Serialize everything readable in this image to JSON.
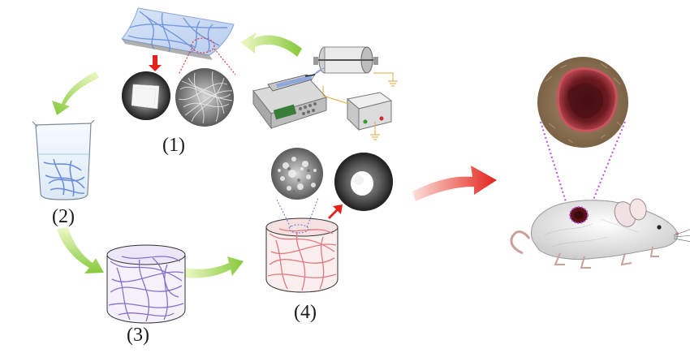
{
  "figure": {
    "steps": [
      {
        "label": "(1)"
      },
      {
        "label": "(2)"
      },
      {
        "label": "(3)"
      },
      {
        "label": "(4)"
      }
    ],
    "colors": {
      "arrow_green_light": "#e6f7b0",
      "arrow_green_dark": "#86c93a",
      "arrow_red_light": "#fbd3cc",
      "arrow_red_dark": "#e3231b",
      "fiber_blue": "#5b7fd6",
      "fiber_purple": "#7f63c9",
      "fiber_pink": "#e1737c",
      "dotted_red": "#e04040",
      "dotted_blue": "#6a84d8",
      "dotted_magenta": "#c050e0",
      "wound": "#6a1c1e",
      "skin": "#b49a76"
    },
    "icons": [
      "electrospinning-setup",
      "syringe-pump",
      "rotating-collector",
      "high-voltage-supply",
      "fiber-mat",
      "sem-image",
      "membrane-photo",
      "beaker",
      "cylindrical-scaffold",
      "scaffold-photo",
      "mouse",
      "wound-photo"
    ]
  }
}
